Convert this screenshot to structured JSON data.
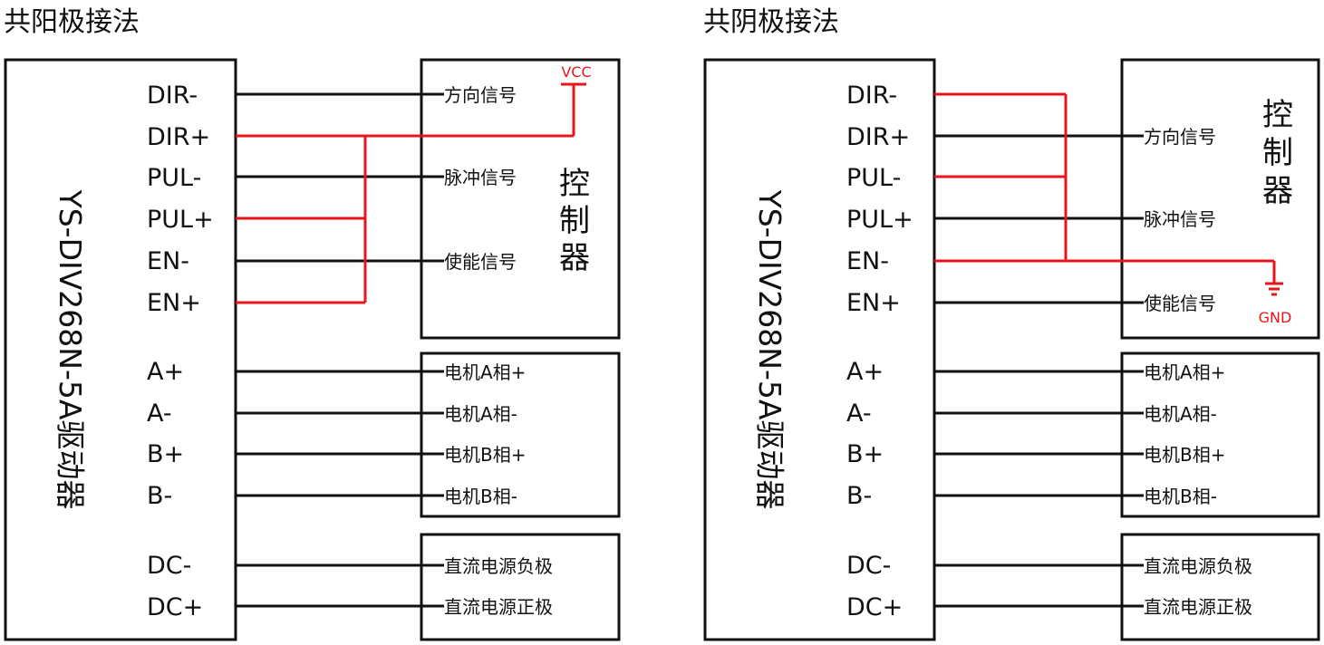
{
  "colors": {
    "wire_black": "#111111",
    "wire_red": "#e8161b"
  },
  "left": {
    "title": "共阳极接法",
    "driver_label": "YS-DIV268N-5A驱动器",
    "controller_label": [
      "控",
      "制",
      "器"
    ],
    "vcc_label": "VCC",
    "pins": [
      "DIR-",
      "DIR+",
      "PUL-",
      "PUL+",
      "EN-",
      "EN+",
      "A+",
      "A-",
      "B+",
      "B-",
      "DC-",
      "DC+"
    ],
    "controller_signals": [
      "方向信号",
      "脉冲信号",
      "使能信号"
    ],
    "motor_signals": [
      "电机A相+",
      "电机A相-",
      "电机B相+",
      "电机B相-"
    ],
    "power_signals": [
      "直流电源负极",
      "直流电源正极"
    ]
  },
  "right": {
    "title": "共阴极接法",
    "driver_label": "YS-DIV268N-5A驱动器",
    "controller_label": [
      "控",
      "制",
      "器"
    ],
    "gnd_label": "GND",
    "pins": [
      "DIR-",
      "DIR+",
      "PUL-",
      "PUL+",
      "EN-",
      "EN+",
      "A+",
      "A-",
      "B+",
      "B-",
      "DC-",
      "DC+"
    ],
    "controller_signals": [
      "方向信号",
      "脉冲信号",
      "使能信号"
    ],
    "motor_signals": [
      "电机A相+",
      "电机A相-",
      "电机B相+",
      "电机B相-"
    ],
    "power_signals": [
      "直流电源负极",
      "直流电源正极"
    ]
  }
}
